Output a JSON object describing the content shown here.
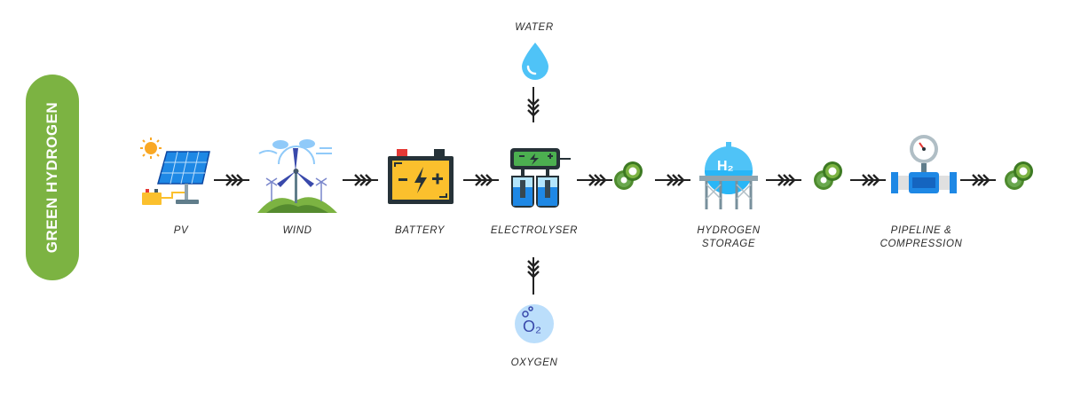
{
  "sidebar": {
    "title": "GREEN HYDROGEN"
  },
  "nodes": {
    "pv": "PV",
    "wind": "WIND",
    "battery": "BATTERY",
    "electrolyser": "ELECTROLYSER",
    "hydrogen_storage_1": "HYDROGEN",
    "hydrogen_storage_2": "STORAGE",
    "pipeline_1": "PIPELINE &",
    "pipeline_2": "COMPRESSION",
    "water": "WATER",
    "oxygen": "OXYGEN"
  },
  "icon_text": {
    "h": "H",
    "h2": "H₂",
    "o2": "O₂"
  },
  "colors": {
    "green": "#7cb342",
    "arrow": "#222222",
    "blue": "#3a8fd1",
    "yellow": "#f7d12e"
  }
}
